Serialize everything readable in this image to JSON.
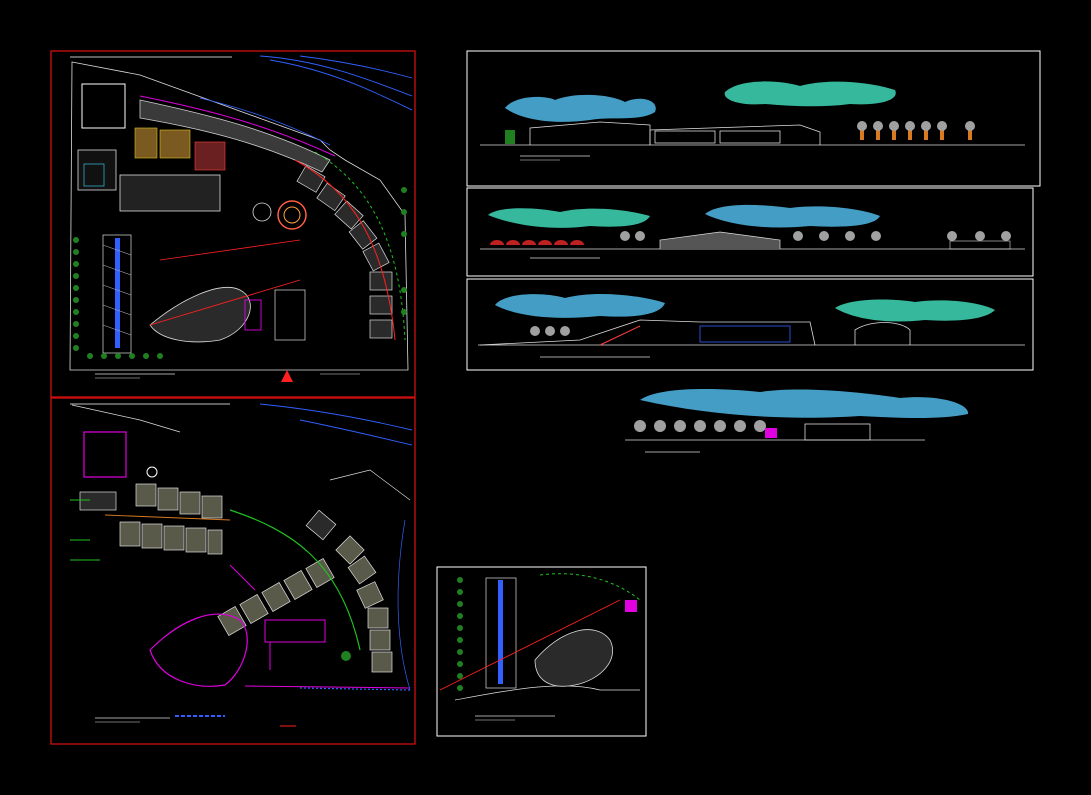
{
  "document": {
    "kind": "CAD drawing sheet (site plans and elevations)",
    "background": "#000000"
  },
  "colors": {
    "frame_red": "#d01010",
    "frame_white": "#ffffff",
    "wall": "#e8e8e8",
    "accent_magenta": "#e000e0",
    "accent_blue": "#3060ff",
    "accent_cyan": "#40e0ff",
    "accent_green": "#20c020",
    "accent_yellow": "#e0c020",
    "accent_orange": "#d87a20",
    "accent_red": "#ff2020",
    "cloud_blue": "#50b8e8",
    "cloud_teal": "#40d8b8",
    "tree_grey": "#a0a0a0"
  },
  "sheets": [
    {
      "id": "site-plan-upper",
      "frame_color": "red"
    },
    {
      "id": "site-plan-lower",
      "frame_color": "red"
    },
    {
      "id": "elevation-1",
      "frame_color": "white"
    },
    {
      "id": "elevation-2",
      "frame_color": "white"
    },
    {
      "id": "elevation-3",
      "frame_color": "white"
    },
    {
      "id": "elevation-4",
      "frame_color": "none"
    },
    {
      "id": "partial-plan-detail",
      "frame_color": "white"
    }
  ]
}
